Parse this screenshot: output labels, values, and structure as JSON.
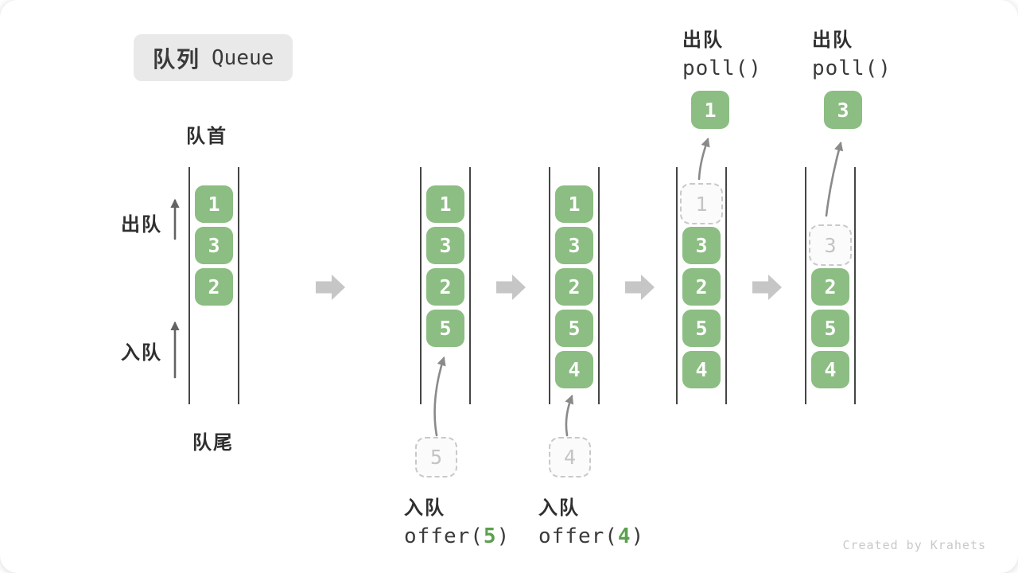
{
  "title": {
    "zh": "队列",
    "en": "Queue"
  },
  "labels": {
    "front": "队首",
    "rear": "队尾",
    "dequeue": "出队",
    "enqueue": "入队"
  },
  "states": [
    {
      "boxes": [
        "1",
        "3",
        "2"
      ]
    },
    {
      "boxes": [
        "1",
        "3",
        "2",
        "5"
      ],
      "incoming": "5"
    },
    {
      "boxes": [
        "1",
        "3",
        "2",
        "5",
        "4"
      ],
      "incoming": "4"
    },
    {
      "dashed": "1",
      "boxes": [
        "3",
        "2",
        "5",
        "4"
      ],
      "polled": "1"
    },
    {
      "dashed": "3",
      "boxes": [
        "2",
        "5",
        "4"
      ],
      "polled": "3"
    }
  ],
  "operations": {
    "enqueue5": {
      "zh": "入队",
      "code_open": "offer(",
      "arg": "5",
      "code_close": ")"
    },
    "enqueue4": {
      "zh": "入队",
      "code_open": "offer(",
      "arg": "4",
      "code_close": ")"
    },
    "poll1": {
      "zh": "出队",
      "code": "poll()"
    },
    "poll2": {
      "zh": "出队",
      "code": "poll()"
    }
  },
  "watermark": "Created by Krahets",
  "colors": {
    "box_green": "#8cbd83",
    "code_green": "#5ca04e",
    "block_arrow_gray": "#c6c6c6",
    "line_dark": "#454545"
  }
}
